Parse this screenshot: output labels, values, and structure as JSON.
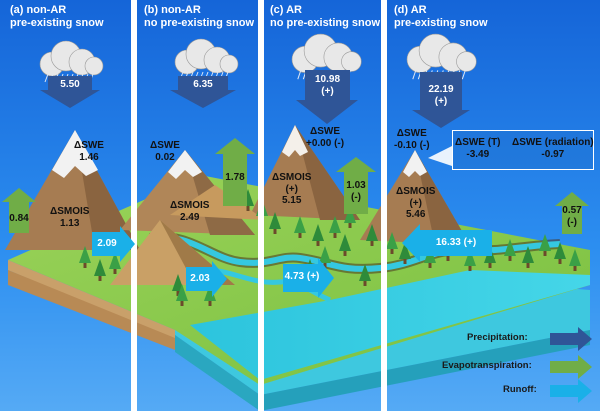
{
  "panels": [
    {
      "label": "(a) non-AR",
      "sub": "pre-existing snow",
      "precip": "5.50",
      "swe_label": "ΔSWE",
      "swe": "1.46",
      "smois_label": "ΔSMOIS",
      "smois": "1.13",
      "et": "0.84",
      "runoff": "2.09"
    },
    {
      "label": "(b) non-AR",
      "sub": "no pre-existing snow",
      "precip": "6.35",
      "swe_label": "ΔSWE",
      "swe": "0.02",
      "smois_label": "ΔSMOIS",
      "smois": "2.49",
      "et": "1.78",
      "runoff": "2.03"
    },
    {
      "label": "(c) AR",
      "sub": "no pre-existing snow",
      "precip": "10.98",
      "precip_sign": "(+)",
      "swe_label": "ΔSWE",
      "swe": "+0.00 (-)",
      "smois_label": "ΔSMOIS",
      "smois_sign": "(+)",
      "smois": "5.15",
      "et": "1.03",
      "et_sign": "(-)",
      "runoff": "4.73 (+)"
    },
    {
      "label": "(d) AR",
      "sub": "pre-existing snow",
      "precip": "22.19",
      "precip_sign": "(+)",
      "swe_label": "ΔSWE",
      "swe": "-0.10 (-)",
      "smois_label": "ΔSMOIS",
      "smois_sign": "(+)",
      "smois": "5.46",
      "et": "0.57",
      "et_sign": "(-)",
      "runoff": "16.33 (+)",
      "callout": {
        "t_label": "ΔSWE (T)",
        "t_value": "-3.49",
        "rad_label": "ΔSWE (radiation)",
        "rad_value": "-0.97"
      }
    }
  ],
  "legend": {
    "precip_label": "Precipitation:",
    "et_label": "Evapotranspiration:",
    "runoff_label": "Runoff:"
  },
  "colors": {
    "sky": "#1f7fe0",
    "precip_arrow": "#2f5597",
    "et_arrow": "#70ad47",
    "runoff_arrow": "#1ab0e8",
    "mountain": "#a67c52",
    "ground": "#8fcf4f",
    "river": "#35c8e0"
  }
}
